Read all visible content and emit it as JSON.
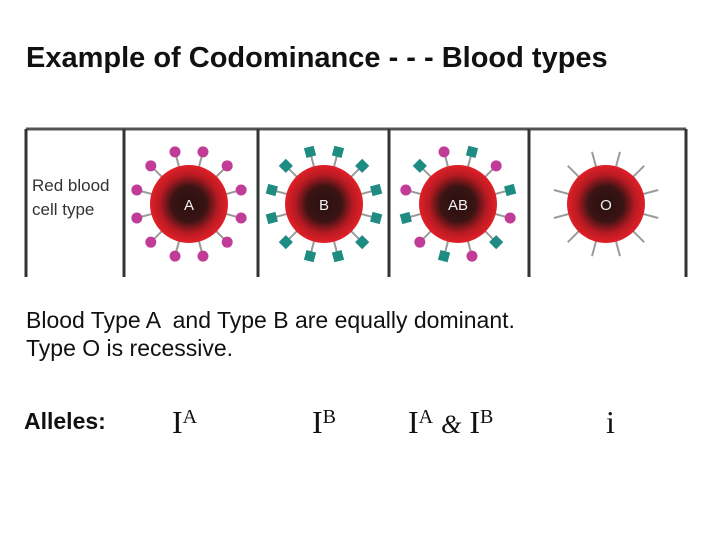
{
  "title": "Example of Codominance - - - Blood types",
  "figure": {
    "row_label_line1": "Red blood",
    "row_label_line2": "cell type",
    "cells": [
      {
        "label": "A",
        "antigen": "circle",
        "color": "#c03c96"
      },
      {
        "label": "B",
        "antigen": "square",
        "color": "#1e8c82"
      },
      {
        "label": "AB",
        "antigen": "mixed",
        "color": "#c03c96",
        "color2": "#1e8c82"
      },
      {
        "label": "O",
        "antigen": "none",
        "color": "#9a9a9a"
      }
    ],
    "cell_red": "#d91e26",
    "cell_core": "#2a1010"
  },
  "body": {
    "line1": "Blood Type A  and Type B are equally dominant.",
    "line2": "Type O is recessive."
  },
  "alleles": {
    "label": "Alleles:",
    "a_base": "I",
    "a_sup": "A",
    "b_base": "I",
    "b_sup": "B",
    "ab_base1": "I",
    "ab_sup1": "A",
    "ab_amp": "&",
    "ab_base2": "I",
    "ab_sup2": "B",
    "o": "i"
  }
}
